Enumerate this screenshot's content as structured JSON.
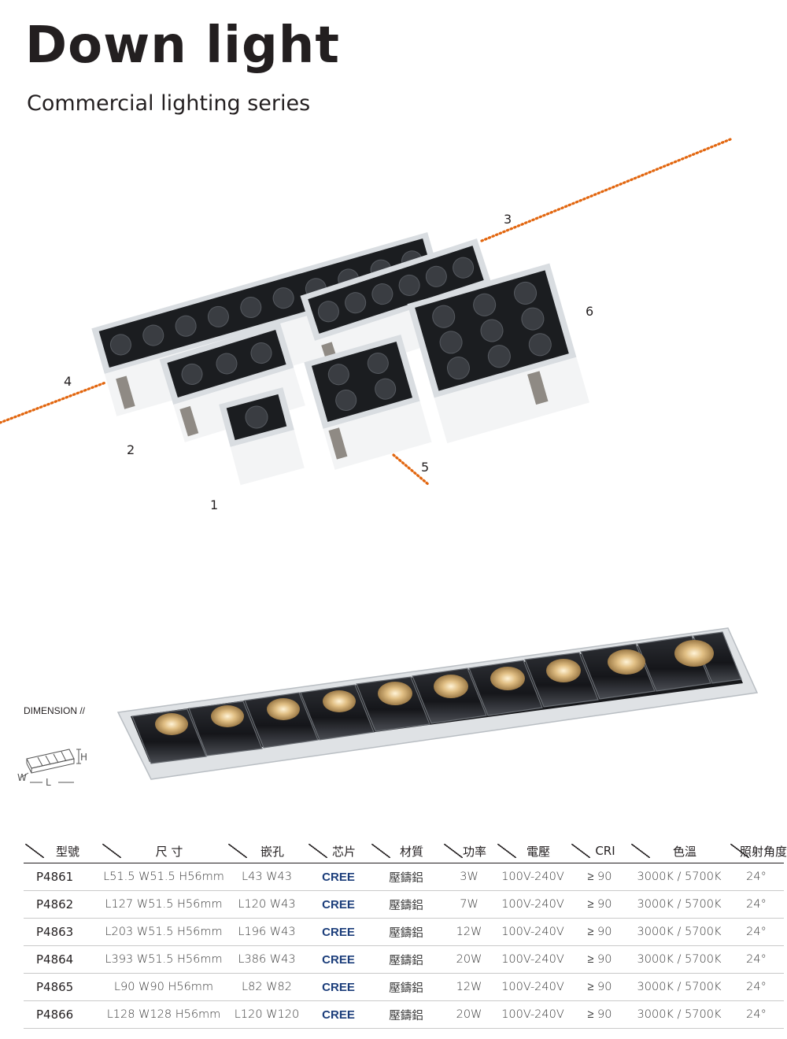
{
  "header": {
    "title": "Down light",
    "subtitle": "Commercial lighting series"
  },
  "callouts": [
    "1",
    "2",
    "3",
    "4",
    "5",
    "6"
  ],
  "dimension": {
    "label": "DIMENSION //",
    "letters": {
      "height": "H",
      "width": "W",
      "length": "L"
    }
  },
  "colors": {
    "dotted_leader": "#e2660f",
    "housing": "#eceef0",
    "reflector": "#1f2124",
    "warm_lens": "#d8b27a",
    "chip_brand": "#1b3d7a"
  },
  "spec_table": {
    "columns": [
      "型號",
      "尺 寸",
      "嵌孔",
      "芯片",
      "材質",
      "功率",
      "電壓",
      "CRI",
      "色溫",
      "照射角度"
    ],
    "rows": [
      [
        "P4861",
        "L51.5 W51.5 H56mm",
        "L43 W43",
        "CREE",
        "壓鑄鋁",
        "3W",
        "100V-240V",
        "≥ 90",
        "3000K / 5700K",
        "24°"
      ],
      [
        "P4862",
        "L127 W51.5 H56mm",
        "L120 W43",
        "CREE",
        "壓鑄鋁",
        "7W",
        "100V-240V",
        "≥ 90",
        "3000K / 5700K",
        "24°"
      ],
      [
        "P4863",
        "L203 W51.5 H56mm",
        "L196 W43",
        "CREE",
        "壓鑄鋁",
        "12W",
        "100V-240V",
        "≥ 90",
        "3000K / 5700K",
        "24°"
      ],
      [
        "P4864",
        "L393 W51.5 H56mm",
        "L386 W43",
        "CREE",
        "壓鑄鋁",
        "20W",
        "100V-240V",
        "≥ 90",
        "3000K / 5700K",
        "24°"
      ],
      [
        "P4865",
        "L90 W90 H56mm",
        "L82 W82",
        "CREE",
        "壓鑄鋁",
        "12W",
        "100V-240V",
        "≥ 90",
        "3000K / 5700K",
        "24°"
      ],
      [
        "P4866",
        "L128 W128 H56mm",
        "L120 W120",
        "CREE",
        "壓鑄鋁",
        "20W",
        "100V-240V",
        "≥ 90",
        "3000K / 5700K",
        "24°"
      ]
    ]
  }
}
